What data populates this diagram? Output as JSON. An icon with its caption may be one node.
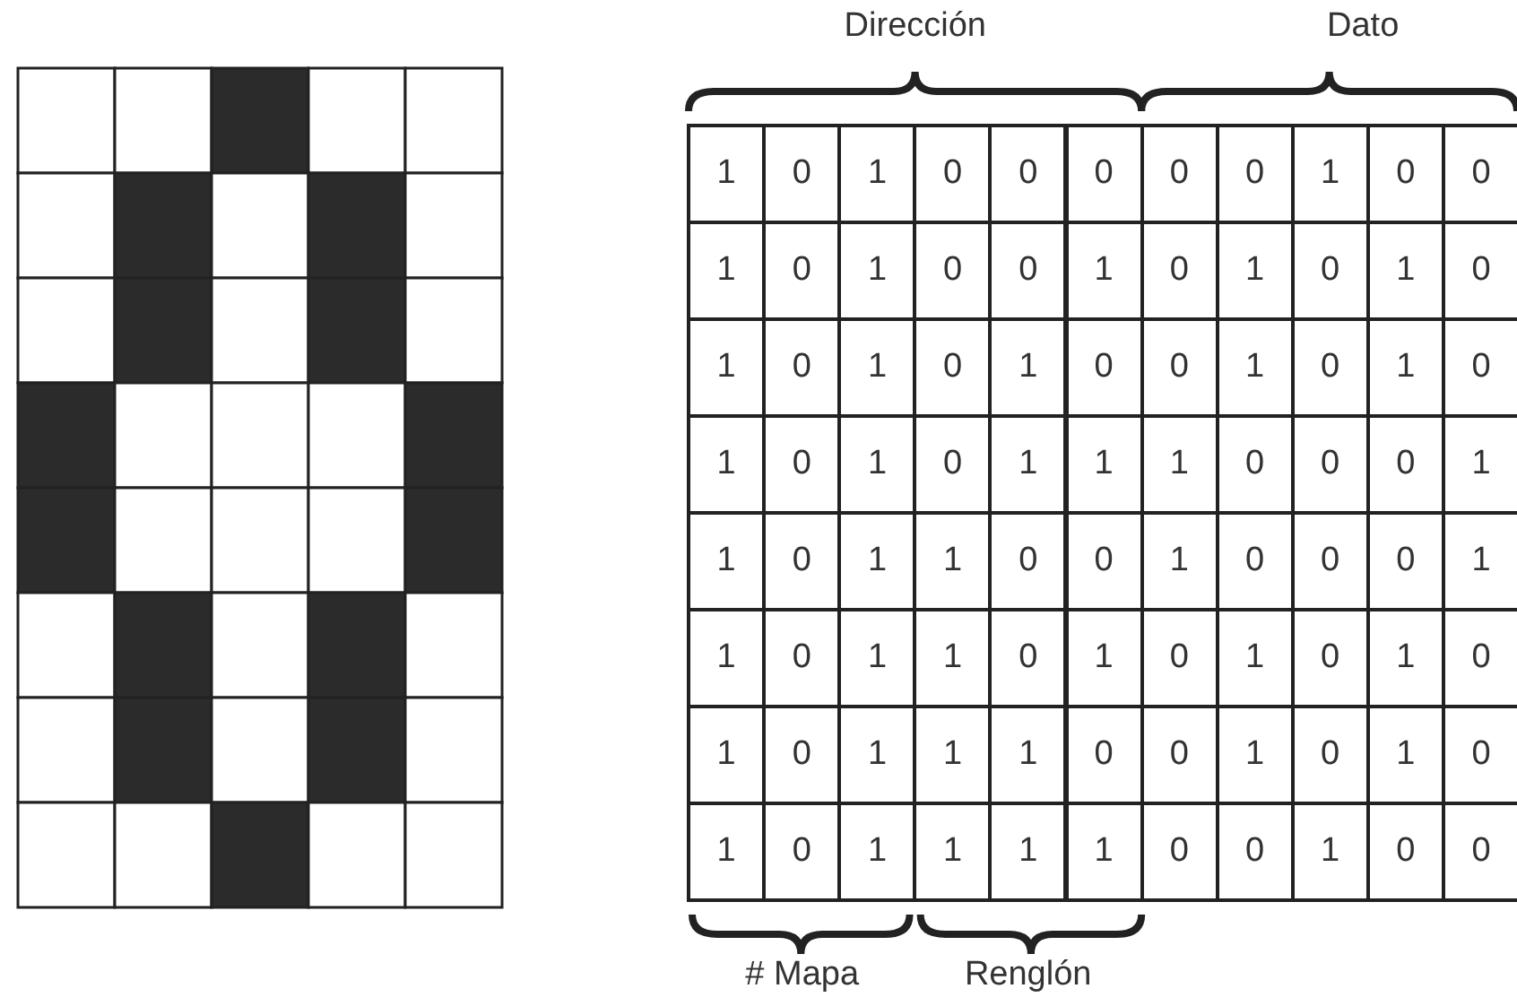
{
  "diagram": {
    "labels": [
      "Dirección",
      "Dato",
      "1",
      "0",
      "1",
      "0",
      "0",
      "0",
      "0",
      "0",
      "1",
      "0",
      "0",
      "1",
      "0",
      "1",
      "0",
      "0",
      "1",
      "0",
      "1",
      "0",
      "1",
      "0",
      "1",
      "0",
      "1",
      "0",
      "1",
      "0",
      "0",
      "1",
      "0",
      "1",
      "0",
      "1",
      "0",
      "1",
      "0",
      "1",
      "1",
      "1",
      "0",
      "0",
      "0",
      "1",
      "1",
      "0",
      "1",
      "1",
      "0",
      "0",
      "1",
      "0",
      "0",
      "0",
      "1",
      "1",
      "0",
      "1",
      "1",
      "0",
      "1",
      "0",
      "1",
      "0",
      "1",
      "0",
      "1",
      "0",
      "1",
      "1",
      "1",
      "0",
      "0",
      "1",
      "0",
      "1",
      "0",
      "1",
      "0",
      "1",
      "1",
      "1",
      "1",
      "0",
      "0",
      "1",
      "0",
      "0",
      "# Mapa",
      "Renglón"
    ]
  }
}
